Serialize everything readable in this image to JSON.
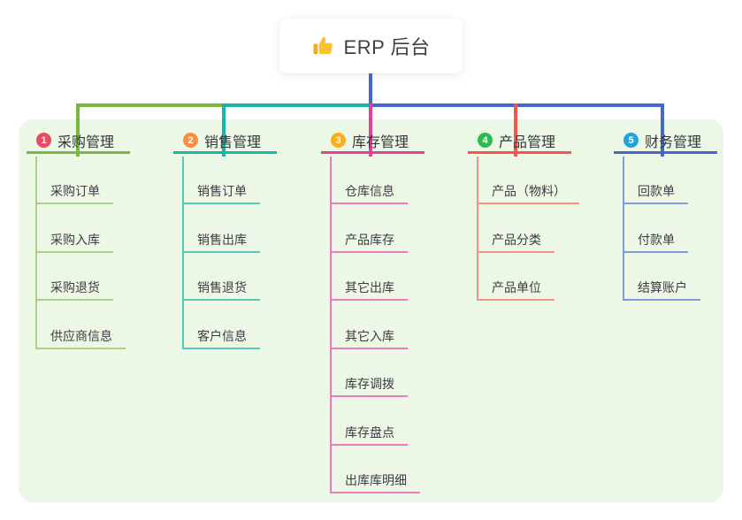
{
  "root": {
    "icon": "thumbs-up",
    "title": "ERP 后台",
    "connector_color": "#4468cc"
  },
  "panel_bg": "#edf7e5",
  "branches": [
    {
      "num": "1",
      "label": "采购管理",
      "badge_color": "#ea4a62",
      "line_color": "#78b83e",
      "sub_line_color": "#a8d286",
      "items": [
        "采购订单",
        "采购入库",
        "采购退货",
        "供应商信息"
      ]
    },
    {
      "num": "2",
      "label": "销售管理",
      "badge_color": "#f98d44",
      "line_color": "#15b7ab",
      "sub_line_color": "#55cbc0",
      "items": [
        "销售订单",
        "销售出库",
        "销售退货",
        "客户信息"
      ]
    },
    {
      "num": "3",
      "label": "库存管理",
      "badge_color": "#fbae17",
      "line_color": "#e4409a",
      "sub_line_color": "#ef7cba",
      "items": [
        "仓库信息",
        "产品库存",
        "其它出库",
        "其它入库",
        "库存调拨",
        "库存盘点",
        "出库库明细"
      ]
    },
    {
      "num": "4",
      "label": "产品管理",
      "badge_color": "#2abc50",
      "line_color": "#f4564d",
      "sub_line_color": "#f79089",
      "items": [
        "产品（物料）",
        "产品分类",
        "产品单位"
      ]
    },
    {
      "num": "5",
      "label": "财务管理",
      "badge_color": "#24a2dc",
      "line_color": "#4468cc",
      "sub_line_color": "#809bdb",
      "items": [
        "回款单",
        "付款单",
        "结算账户"
      ]
    }
  ]
}
